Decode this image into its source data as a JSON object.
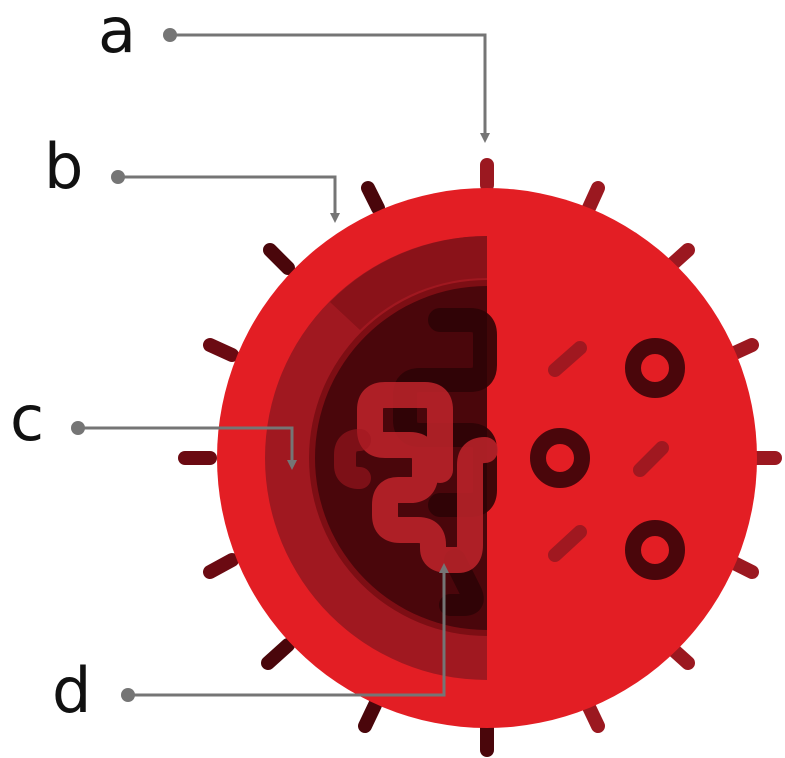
{
  "labels": {
    "a": "a",
    "b": "b",
    "c": "c",
    "d": "d"
  },
  "colors": {
    "background": "#ffffff",
    "outer_body": "#e31e24",
    "membrane_ring": "#a01820",
    "cytoplasm": "#7d0e14",
    "core": "#4a060b",
    "strand": "#c0242b",
    "spike_dark": "#6b0a12",
    "spike_mid": "#9b1820",
    "pointer": "#757575",
    "label_text": "#111111"
  }
}
